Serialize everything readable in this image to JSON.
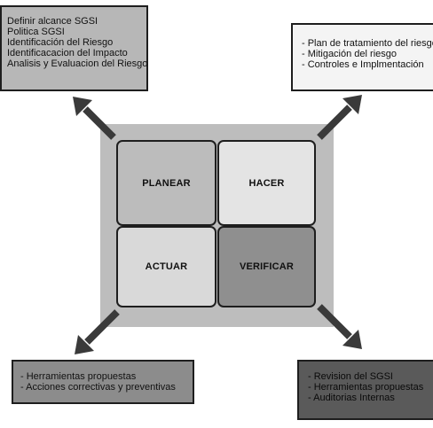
{
  "notes": {
    "plan": [
      "Definir alcance SGSI",
      "Politica SGSI",
      "Identificación del Riesgo",
      "Identificacacion del Impacto",
      "Analisis y Evaluacion del Riesgo"
    ],
    "do": [
      "- Plan de tratamiento del riesgo",
      "- Mitigación del riesgo",
      "- Controles e Implmentación"
    ],
    "act": [
      "- Herramientas propuestas",
      "- Acciones correctivas y preventivas"
    ],
    "check": [
      "- Revision del SGSI",
      "- Herramientas propuestas",
      "- Auditorias Internas"
    ]
  },
  "quadrants": {
    "plan": "PLANEAR",
    "do": "HACER",
    "act": "ACTUAR",
    "check": "VERIFICAR"
  },
  "colors": {
    "arrow": "#3a3a3a",
    "frame": "#bdbdbd",
    "plan_fill": "#bcbcbc",
    "do_fill": "#e4e4e4",
    "act_fill": "#d9d9d9",
    "check_fill": "#8f8f8f"
  }
}
